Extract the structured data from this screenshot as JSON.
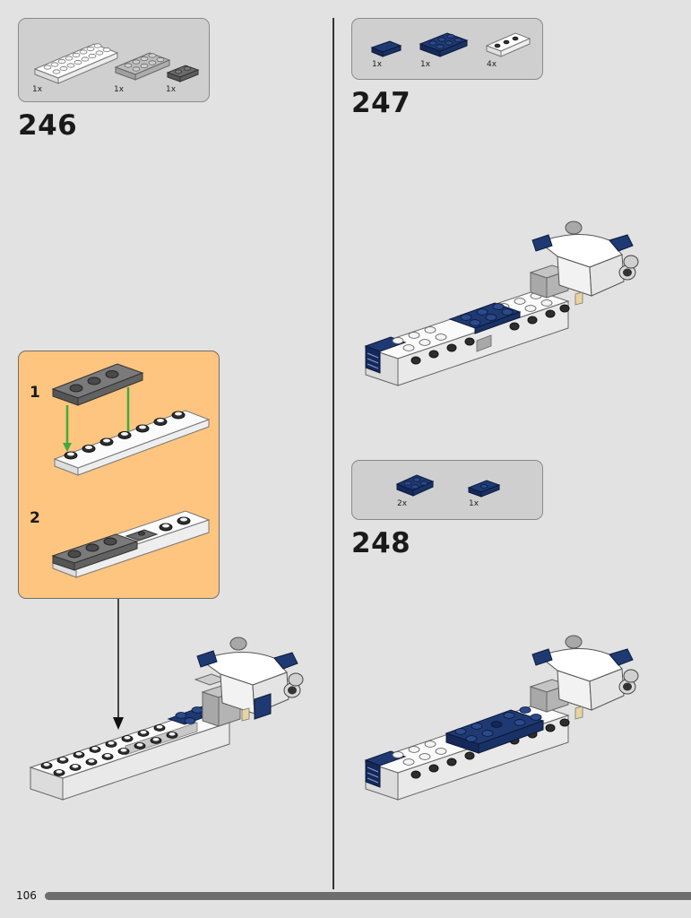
{
  "page": {
    "number": "106",
    "progress_fraction": 0.97
  },
  "colors": {
    "background": "#e2e2e2",
    "parts_box": "#cfcfcf",
    "sub_assembly": "#fdc57f",
    "dark_blue": "#1f3a73",
    "white_brick": "#ffffff",
    "light_gray_brick": "#b8b8b8",
    "dark_gray_brick": "#6b6b6b",
    "arrow_green": "#3faa3f"
  },
  "steps": [
    {
      "number": "246",
      "parts": [
        {
          "name": "white plate 2x8",
          "qty": "1x"
        },
        {
          "name": "light gray plate 2x4",
          "qty": "1x"
        },
        {
          "name": "dark gray plate 1x2",
          "qty": "1x"
        }
      ],
      "sub_assembly": {
        "steps": [
          {
            "label": "1"
          },
          {
            "label": "2"
          }
        ]
      }
    },
    {
      "number": "247",
      "parts": [
        {
          "name": "dark blue tile 1x2",
          "qty": "1x"
        },
        {
          "name": "dark blue plate 2x3",
          "qty": "1x"
        },
        {
          "name": "white bracket",
          "qty": "4x"
        }
      ]
    },
    {
      "number": "248",
      "parts": [
        {
          "name": "dark blue plate 2x2",
          "qty": "2x"
        },
        {
          "name": "dark blue jumper plate 1x2",
          "qty": "1x"
        }
      ]
    }
  ]
}
